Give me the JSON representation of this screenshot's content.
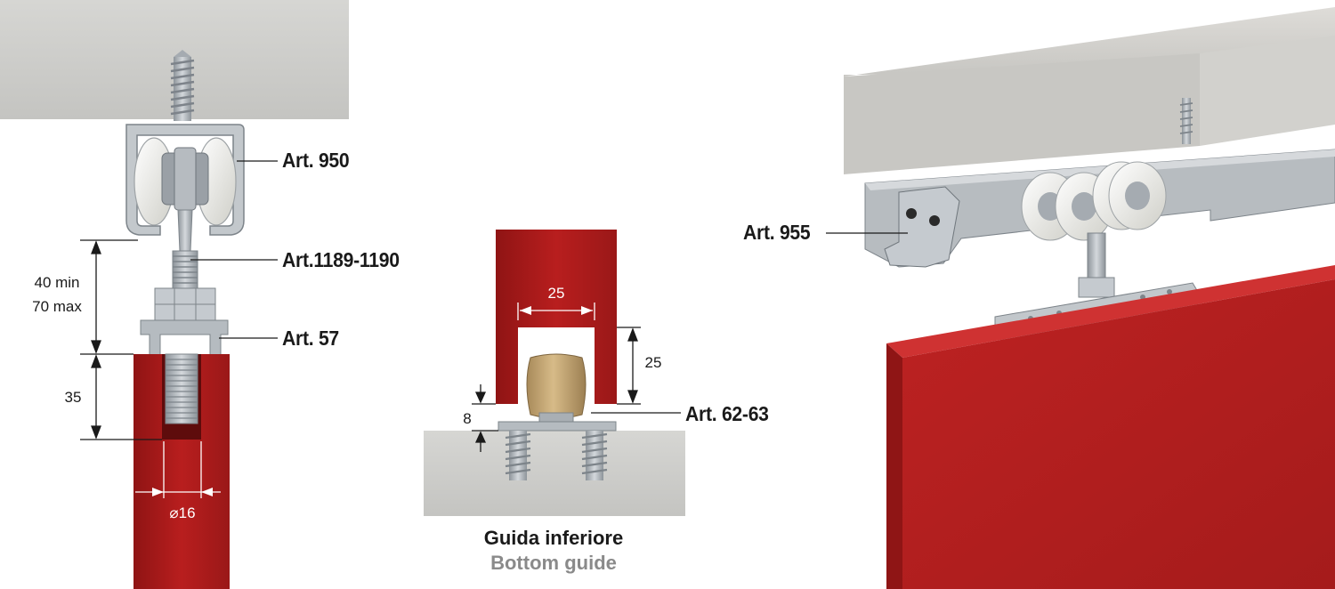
{
  "labels": {
    "art_950": "Art. 950",
    "art_1189": "Art.1189-1190",
    "art_57": "Art. 57",
    "art_62": "Art. 62-63",
    "art_955": "Art. 955"
  },
  "dimensions": {
    "gap_min": "40 min",
    "gap_max": "70 max",
    "depth": "35",
    "diameter": "⌀16",
    "groove_width": "25",
    "groove_depth": "25",
    "guide_gap": "8"
  },
  "caption": {
    "italian": "Guida inferiore",
    "english": "Bottom guide"
  },
  "colors": {
    "door_red": "#b31d1d",
    "concrete": "#cfcfcc",
    "metal": "#b9bec3",
    "roller": "#eeeeea",
    "guide_wheel": "#c9a774"
  }
}
